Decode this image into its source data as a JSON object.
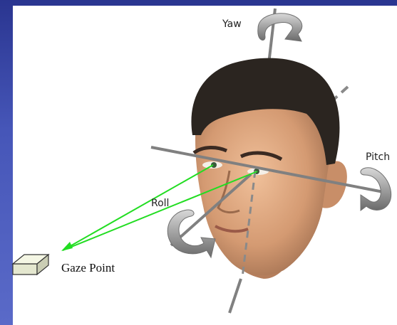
{
  "diagram": {
    "labels": {
      "yaw": "Yaw",
      "pitch": "Pitch",
      "roll": "Roll",
      "gaze_point": "Gaze Point"
    },
    "colors": {
      "slide_background": "#3a4aa8",
      "axis": "#808080",
      "gaze_ray": "#22dd22",
      "rotation_arrow": "#a8a8a8",
      "skin": "#d9a07a",
      "hair": "#2b2520",
      "box": "#e4e7cf"
    },
    "icons": [
      "yaw-rotation-arrow-icon",
      "pitch-rotation-arrow-icon",
      "roll-rotation-arrow-icon",
      "gaze-point-box-icon"
    ]
  }
}
